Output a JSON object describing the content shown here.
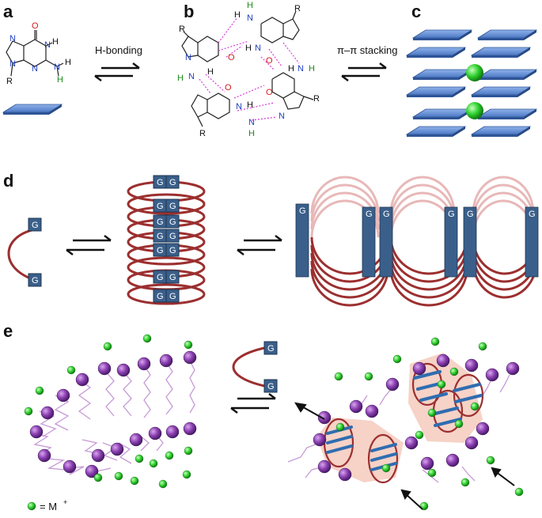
{
  "panels": {
    "a": "a",
    "b": "b",
    "c": "c",
    "d": "d",
    "e": "e"
  },
  "arrows": {
    "hbond": "H-bonding",
    "stacking": "π–π stacking"
  },
  "monomer": {
    "g": "G"
  },
  "chem": {
    "N": "N",
    "H": "H",
    "O": "O",
    "R": "R"
  },
  "legend": {
    "symbol": "= M",
    "superscript": "+"
  },
  "colors": {
    "plate_top": "#6b93d6",
    "plate_side": "#3f68b0",
    "cation": "#2fd12f",
    "loop": "#9c2f2f",
    "loop_faded": "#e8b8b8",
    "lipid_head": "#8a3fb0",
    "lipid_tail": "#c69ad6",
    "gblock": "#3a5f8a"
  }
}
